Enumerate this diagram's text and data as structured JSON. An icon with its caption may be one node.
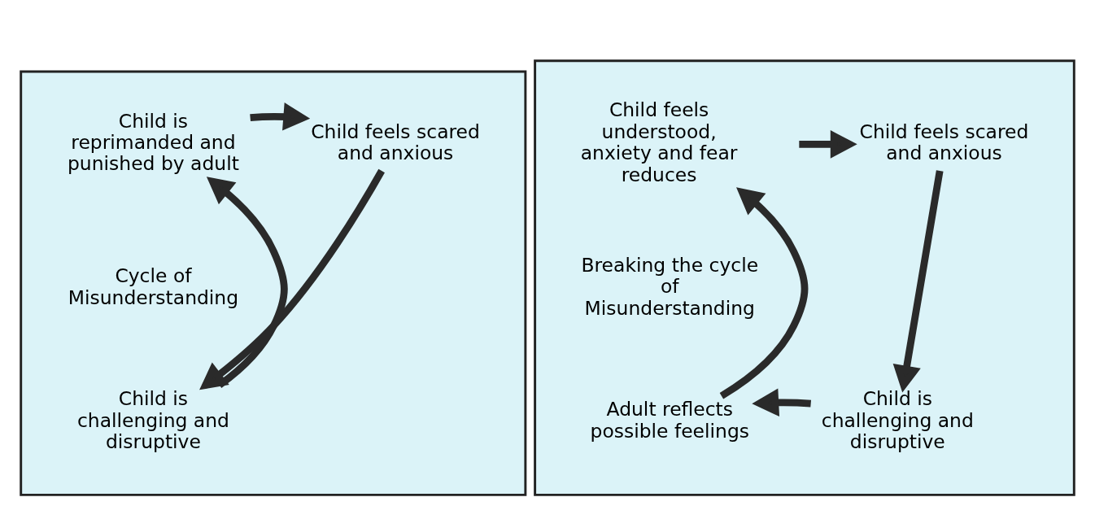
{
  "diagram": {
    "nodes": [
      {
        "text": [],
        "shape": "box"
      },
      {
        "text": [
          "Child is reprimanded and punished by adult"
        ],
        "in": 0
      },
      {
        "text": [
          "Child feels scared and anxious"
        ],
        "in": 0
      },
      {
        "text": [
          "Cycle of Misunderstanding"
        ],
        "in": 0
      },
      {
        "text": [
          "Child is challenging and disruptive"
        ],
        "in": 0
      },
      {
        "text": [],
        "shape": "box"
      },
      {
        "text": [
          "Child feels understood, anxiety and fear reduces"
        ],
        "in": 5
      },
      {
        "text": [
          "Child feels scared and anxious"
        ],
        "in": 5
      },
      {
        "text": [
          "Breaking the cycle of Misunderstanding"
        ],
        "in": 5
      },
      {
        "text": [
          "Adult reflects possible feelings"
        ],
        "in": 5
      },
      {
        "text": [
          "Child is challenging and disruptive"
        ],
        "in": 5
      }
    ],
    "edges": [
      {
        "from": 1,
        "to": 2,
        "arrow": "to"
      },
      {
        "from": 2,
        "to": 4,
        "arrow": "to"
      },
      {
        "from": 4,
        "to": 1,
        "arrow": "to"
      },
      {
        "from": null,
        "to": 7,
        "arrow": "to"
      },
      {
        "from": 7,
        "to": 10,
        "arrow": "to"
      },
      {
        "from": 10,
        "to": 9,
        "arrow": "to"
      },
      {
        "from": 9,
        "to": 6,
        "arrow": "to"
      }
    ]
  }
}
